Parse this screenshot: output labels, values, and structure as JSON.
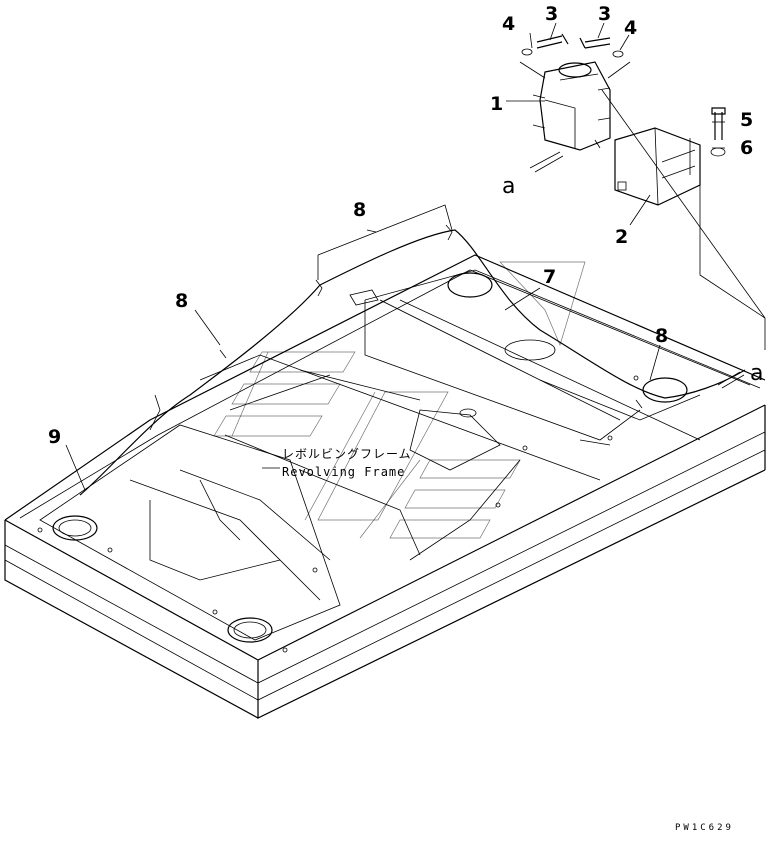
{
  "callouts": {
    "c1": "1",
    "c2": "2",
    "c3a": "3",
    "c3b": "3",
    "c4a": "4",
    "c4b": "4",
    "c5": "5",
    "c6": "6",
    "c7": "7",
    "c8a": "8",
    "c8b": "8",
    "c8c": "8",
    "c9": "9"
  },
  "refs": {
    "a1": "a",
    "a2": "a"
  },
  "frame_label": {
    "japanese": "レボルビングフレーム",
    "english": "Revolving Frame"
  },
  "drawing_code": "PW1C629"
}
